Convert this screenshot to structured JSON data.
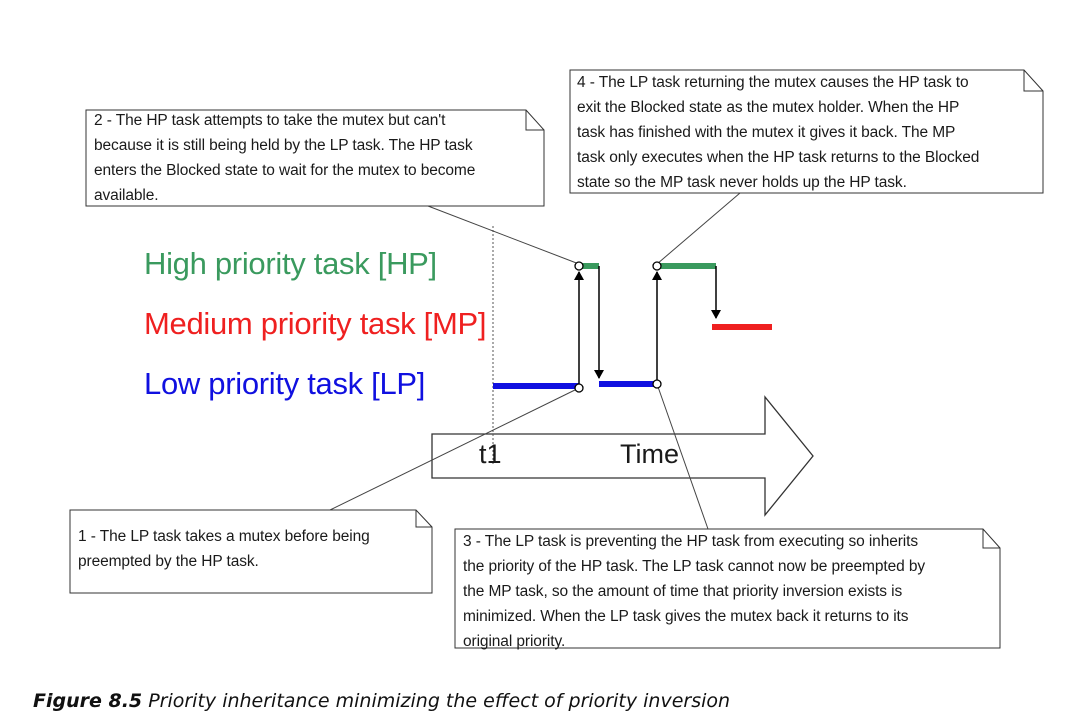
{
  "lanes": {
    "hp": {
      "label": "High priority task [HP]",
      "color": "#3a9a5e"
    },
    "mp": {
      "label": "Medium priority task [MP]",
      "color": "#ef2020"
    },
    "lp": {
      "label": "Low priority task [LP]",
      "color": "#1010e0"
    }
  },
  "axis": {
    "t1": "t1",
    "time": "Time"
  },
  "notes": {
    "note1": "1 - The LP task takes a mutex before being\npreempted by the HP task.",
    "note2": "2 - The HP task attempts to take the mutex but can't\nbecause it is still being held by the LP task.  The HP task\nenters the Blocked state to wait for the mutex to become\navailable.",
    "note3": "3 - The LP task is preventing the HP task from executing so inherits\nthe priority of the HP task.  The LP task cannot now be preempted by\nthe MP task, so the amount of time that priority inversion exists is\nminimized.  When the LP task gives the mutex back it returns to its\noriginal priority.",
    "note4": "4 - The LP task returning the mutex causes the HP task to\nexit the Blocked state as the mutex holder.  When the HP\ntask has finished with the mutex it gives it back.  The MP\ntask only executes when the HP task returns to the Blocked\nstate so the MP task never holds up the HP task."
  },
  "caption": {
    "label": "Figure 8.5",
    "text": " Priority inheritance minimizing the effect of priority inversion"
  }
}
